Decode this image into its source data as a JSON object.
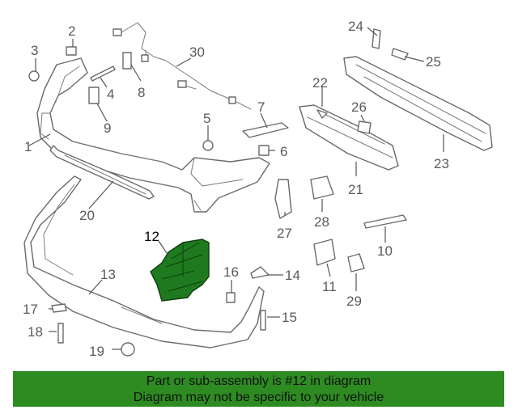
{
  "callouts": {
    "c1": "1",
    "c2": "2",
    "c3": "3",
    "c4": "4",
    "c5": "5",
    "c6": "6",
    "c7": "7",
    "c8": "8",
    "c9": "9",
    "c10": "10",
    "c11": "11",
    "c12": "12",
    "c13": "13",
    "c14": "14",
    "c15": "15",
    "c16": "16",
    "c17": "17",
    "c18": "18",
    "c19": "19",
    "c20": "20",
    "c21": "21",
    "c22": "22",
    "c23": "23",
    "c24": "24",
    "c25": "25",
    "c26": "26",
    "c27": "27",
    "c28": "28",
    "c29": "29",
    "c30": "30"
  },
  "highlighted_part": "12",
  "colors": {
    "highlight": "#1f7a1f",
    "banner": "#2e8b22"
  },
  "banner": {
    "line1": "Part or sub-assembly is #12 in diagram",
    "line2": "Diagram may not be specific to your vehicle"
  }
}
